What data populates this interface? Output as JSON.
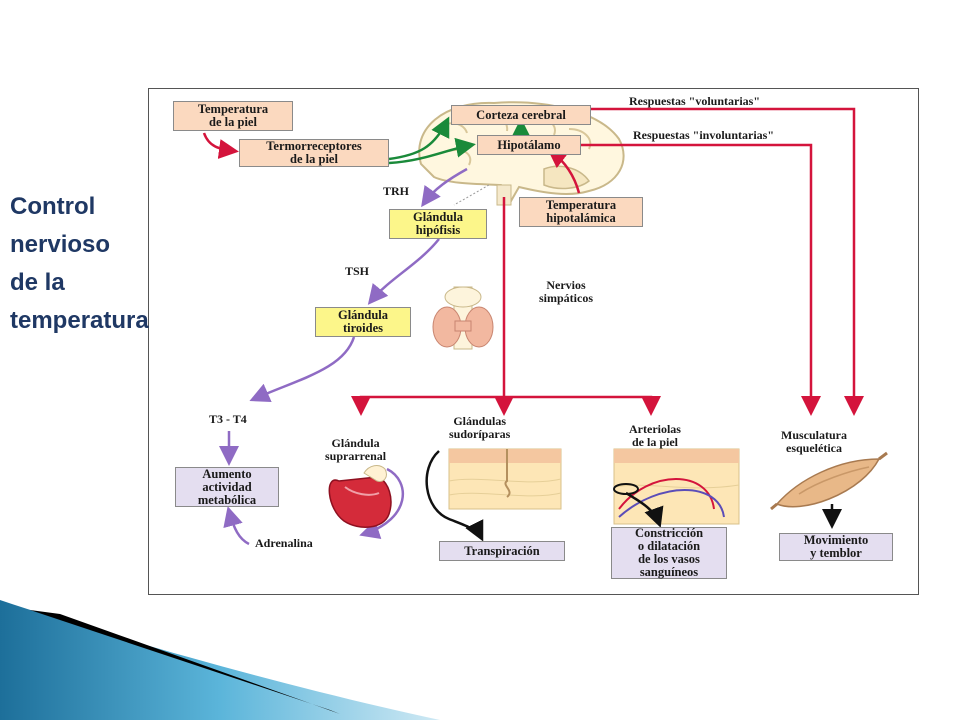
{
  "side_title": [
    "Control",
    "nervioso",
    "de la",
    "temperatura"
  ],
  "boxes": {
    "temp_piel": [
      "Temperatura",
      "de la piel"
    ],
    "termorreceptores": [
      "Termorreceptores",
      "de la piel"
    ],
    "corteza": [
      "Corteza cerebral"
    ],
    "hipotalamo": [
      "Hipotálamo"
    ],
    "temp_hipotalamica": [
      "Temperatura",
      "hipotalámica"
    ],
    "hipofisis": [
      "Glándula",
      "hipófisis"
    ],
    "tiroides": [
      "Glándula",
      "tiroides"
    ],
    "aumento": [
      "Aumento",
      "actividad",
      "metabólica"
    ],
    "transpiracion": [
      "Transpiración"
    ],
    "constriccion": [
      "Constricción",
      "o dilatación",
      "de los vasos",
      "sanguíneos"
    ],
    "movimiento": [
      "Movimiento",
      "y temblor"
    ]
  },
  "labels": {
    "resp_vol": "Respuestas \"voluntarias\"",
    "resp_invol": "Respuestas \"involuntarias\"",
    "trh": "TRH",
    "tsh": "TSH",
    "nervios": [
      "Nervios",
      "simpáticos"
    ],
    "t3t4": "T3 - T4",
    "suprarrenal": [
      "Glándula",
      "suprarrenal"
    ],
    "sudoriparas": [
      "Glándulas",
      "sudoríparas"
    ],
    "arteriolas": [
      "Arteriolas",
      "de la piel"
    ],
    "musculatura": [
      "Musculatura",
      "esquelética"
    ],
    "adrenalina": "Adrenalina"
  },
  "colors": {
    "title": "#1f3864",
    "red_arrow": "#d4143c",
    "green_arrow": "#1a8a3a",
    "purple_arrow": "#8f6bc4",
    "peach_box": "#fbd9bf",
    "yellow_box": "#fcf68a",
    "lavender_box": "#e4def0"
  }
}
